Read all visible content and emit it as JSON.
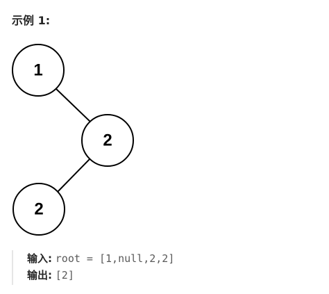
{
  "example": {
    "heading": "示例 1:"
  },
  "tree": {
    "nodes": [
      {
        "id": "n1",
        "label": "1"
      },
      {
        "id": "n2",
        "label": "2"
      },
      {
        "id": "n3",
        "label": "2"
      }
    ],
    "edges": [
      {
        "from": "n1",
        "to": "n2"
      },
      {
        "from": "n2",
        "to": "n3"
      }
    ]
  },
  "io": {
    "input_label": "输入:",
    "input_value": "root = [1,null,2,2]",
    "output_label": "输出:",
    "output_value": "[2]"
  }
}
